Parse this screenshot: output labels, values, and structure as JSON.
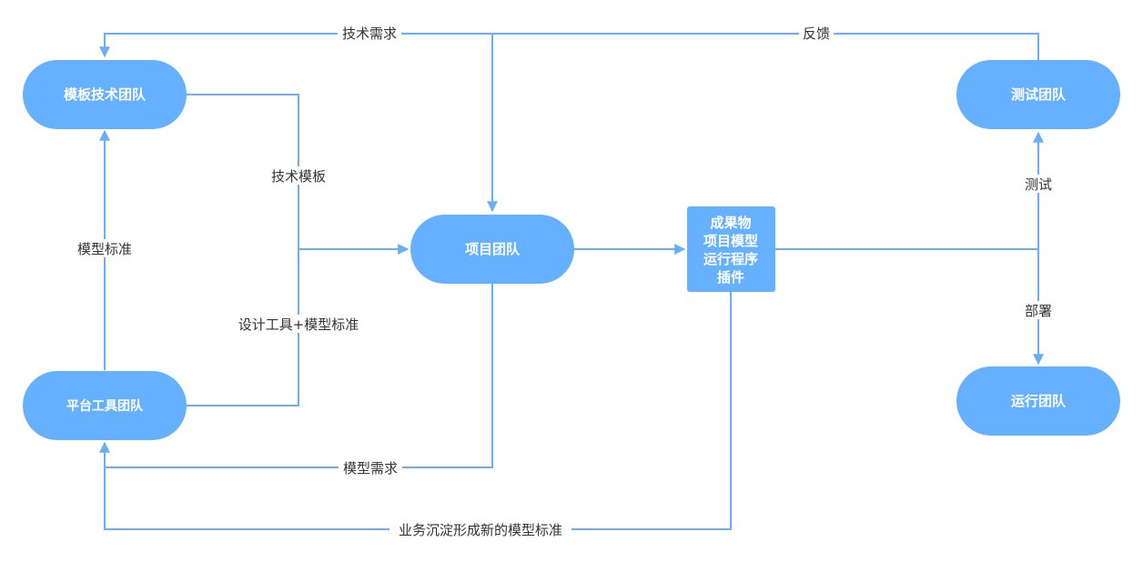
{
  "nodes": {
    "template_team": "模板技术团队",
    "platform_team": "平台工具团队",
    "project_team": "项目团队",
    "deliverables": [
      "成果物",
      "项目模型",
      "运行程序",
      "插件"
    ],
    "test_team": "测试团队",
    "ops_team": "运行团队"
  },
  "edges": {
    "tech_requirements": "技术需求",
    "feedback": "反馈",
    "tech_template": "技术模板",
    "model_standard": "模型标准",
    "tools_and_standard": "设计工具+模型标准",
    "model_requirements": "模型需求",
    "new_model_standard": "业务沉淀形成新的模型标准",
    "testing": "测试",
    "deploy": "部署"
  },
  "colors": {
    "node_fill": "#66b1ff",
    "edge": "#6aaef7",
    "label_text": "#333333"
  }
}
